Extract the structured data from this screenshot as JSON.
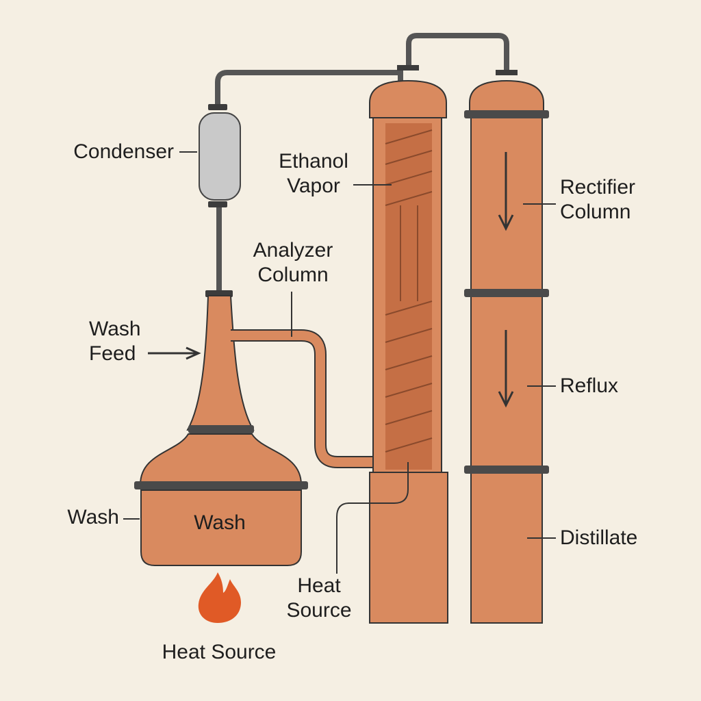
{
  "labels": {
    "condenser": "Condenser",
    "ethanol_vapor": [
      "Ethanol",
      "Vapor"
    ],
    "analyzer_column": [
      "Analyzer",
      "Column"
    ],
    "wash_feed": [
      "Wash",
      "Feed"
    ],
    "rectifier_column": [
      "Rectifier",
      "Column"
    ],
    "reflux": "Reflux",
    "wash_side": "Wash",
    "wash_pot": "Wash",
    "distillate": "Distillate",
    "heat_source_column": [
      "Heat",
      "Source"
    ],
    "heat_source_bottom": "Heat Source"
  },
  "colors": {
    "background": "#f5efe3",
    "copper": "#d98a5f",
    "copper_dark": "#c56f45",
    "band": "#4a4a4a",
    "pipe": "#555555",
    "condenser": "#c9c9c9",
    "flame": "#e05a26"
  },
  "icons": [
    "flame-icon",
    "down-arrow-icon",
    "right-arrow-icon"
  ]
}
